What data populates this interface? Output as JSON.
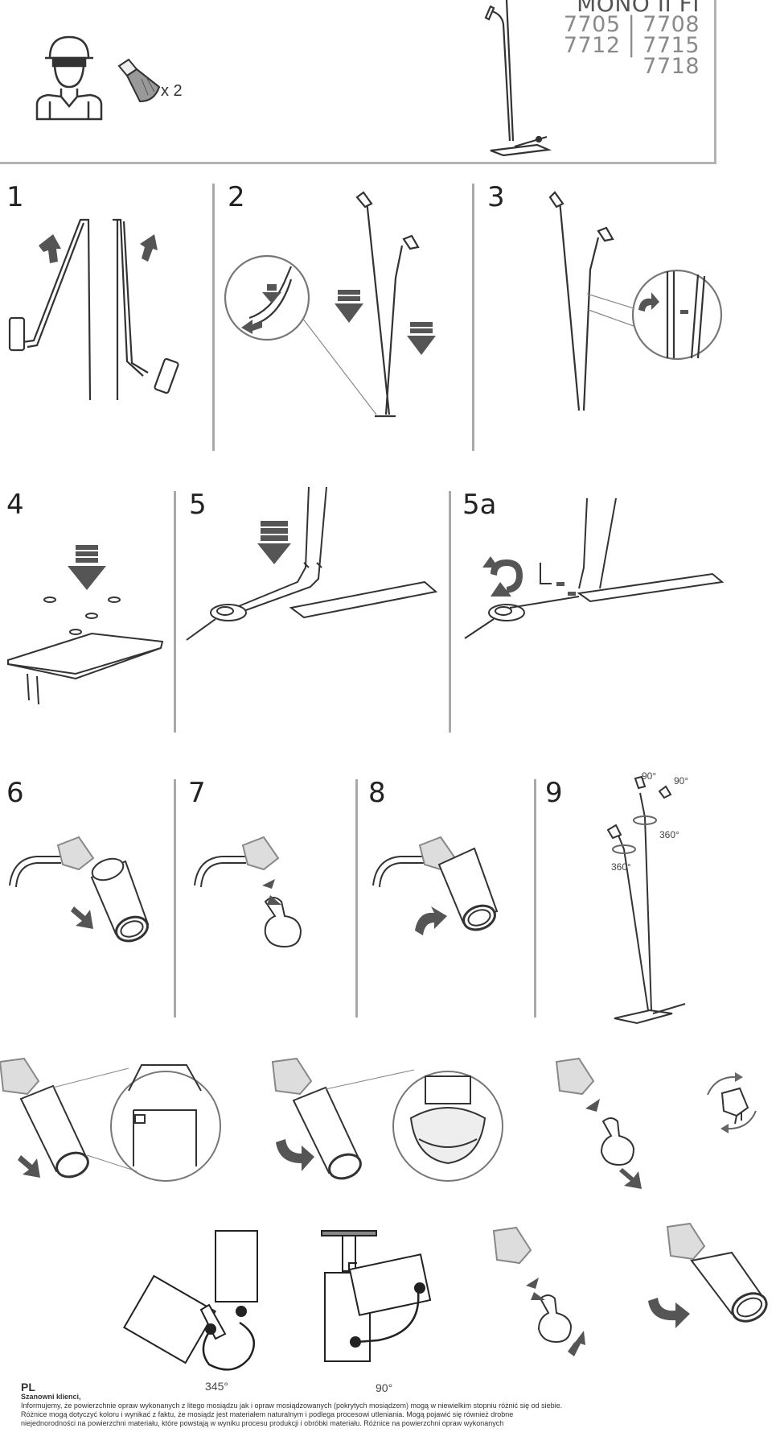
{
  "header": {
    "model_name": "MONO II FI",
    "model_codes": [
      "7705 | 7708",
      "7712 | 7715",
      "7718"
    ],
    "bulb_quantity": "x 2"
  },
  "steps": [
    "1",
    "2",
    "3",
    "4",
    "5",
    "5a",
    "6",
    "7",
    "8",
    "9"
  ],
  "rotation_labels": {
    "step9_top": "90°",
    "step9_right": "90°",
    "step9_mid": "360°",
    "step9_low": "360°",
    "bottom_left": "345°",
    "bottom_right": "90°"
  },
  "footer": {
    "lang": "PL",
    "greeting": "Szanowni klienci,",
    "line1": "Informujemy, że powierzchnie opraw wykonanych z litego mosiądzu jak i opraw mosiądzowanych (pokrytych mosiądzem) mogą w niewielkim stopniu różnić się od siebie.",
    "line2": "Różnice mogą dotyczyć koloru i wynikać z faktu, że mosiądz jest materiałem naturalnym i podlega procesowi utleniania. Mogą pojawić się również drobne",
    "line3": "niejednorodności na powierzchni materiału, które powstają w wyniku procesu produkcji i obróbki materiału. Różnice na powierzchni opraw wykonanych"
  }
}
